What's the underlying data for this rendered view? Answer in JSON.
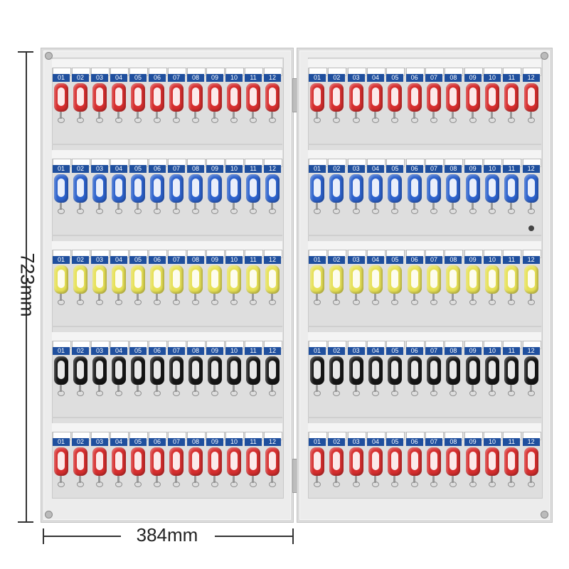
{
  "dimensions": {
    "height_label": "723mm",
    "width_label": "384mm"
  },
  "cabinet": {
    "doors": [
      "left",
      "right"
    ],
    "rows": [
      {
        "tag_color": "#d62e2e"
      },
      {
        "tag_color": "#2d62cc"
      },
      {
        "tag_color": "#e6e056"
      },
      {
        "tag_color": "#161616"
      },
      {
        "tag_color": "#d62e2e"
      }
    ],
    "slot_numbers": [
      "01",
      "02",
      "03",
      "04",
      "05",
      "06",
      "07",
      "08",
      "09",
      "10",
      "11",
      "12"
    ],
    "number_badge_color": "#1f4f9e",
    "icons": [
      "key-tag-icon",
      "screw-icon",
      "hinge-icon",
      "lock-icon"
    ]
  }
}
